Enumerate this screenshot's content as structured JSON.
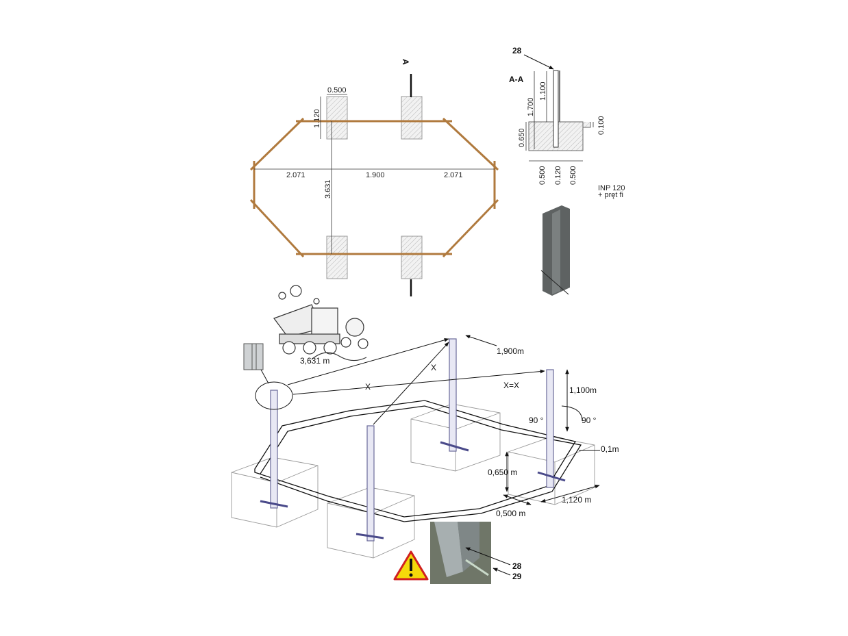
{
  "plan": {
    "section_mark": "A",
    "dims": {
      "footing_width": "0.500",
      "footing_length": "1.120",
      "side_left": "2.071",
      "middle": "1.900",
      "side_right": "2.071",
      "depth": "3.631"
    }
  },
  "section": {
    "title": "A-A",
    "callout": "28",
    "dims": {
      "total_height": "1.700",
      "post_above": "1.100",
      "footing_depth": "0.650",
      "step": "0.100",
      "left": "0.500",
      "post_width": "0.120",
      "right": "0.500"
    },
    "profile_line1": "INP 120",
    "profile_line2": "+ pręt fi"
  },
  "iso": {
    "dims": {
      "diagonal": "3,631 m",
      "spacing": "1,900m",
      "x1": "X",
      "x2": "X",
      "equal": "X=X",
      "post_height": "1,100m",
      "angle1": "90 °",
      "angle2": "90 °",
      "offset": "0,1m",
      "footing_depth": "0,650 m",
      "footing_width": "0,500 m",
      "footing_length": "1,120 m"
    },
    "callouts": [
      "28",
      "29"
    ]
  },
  "colors": {
    "wood": "#b07a3e",
    "post": "#6a6a9a",
    "warning": "#f5d90a"
  }
}
